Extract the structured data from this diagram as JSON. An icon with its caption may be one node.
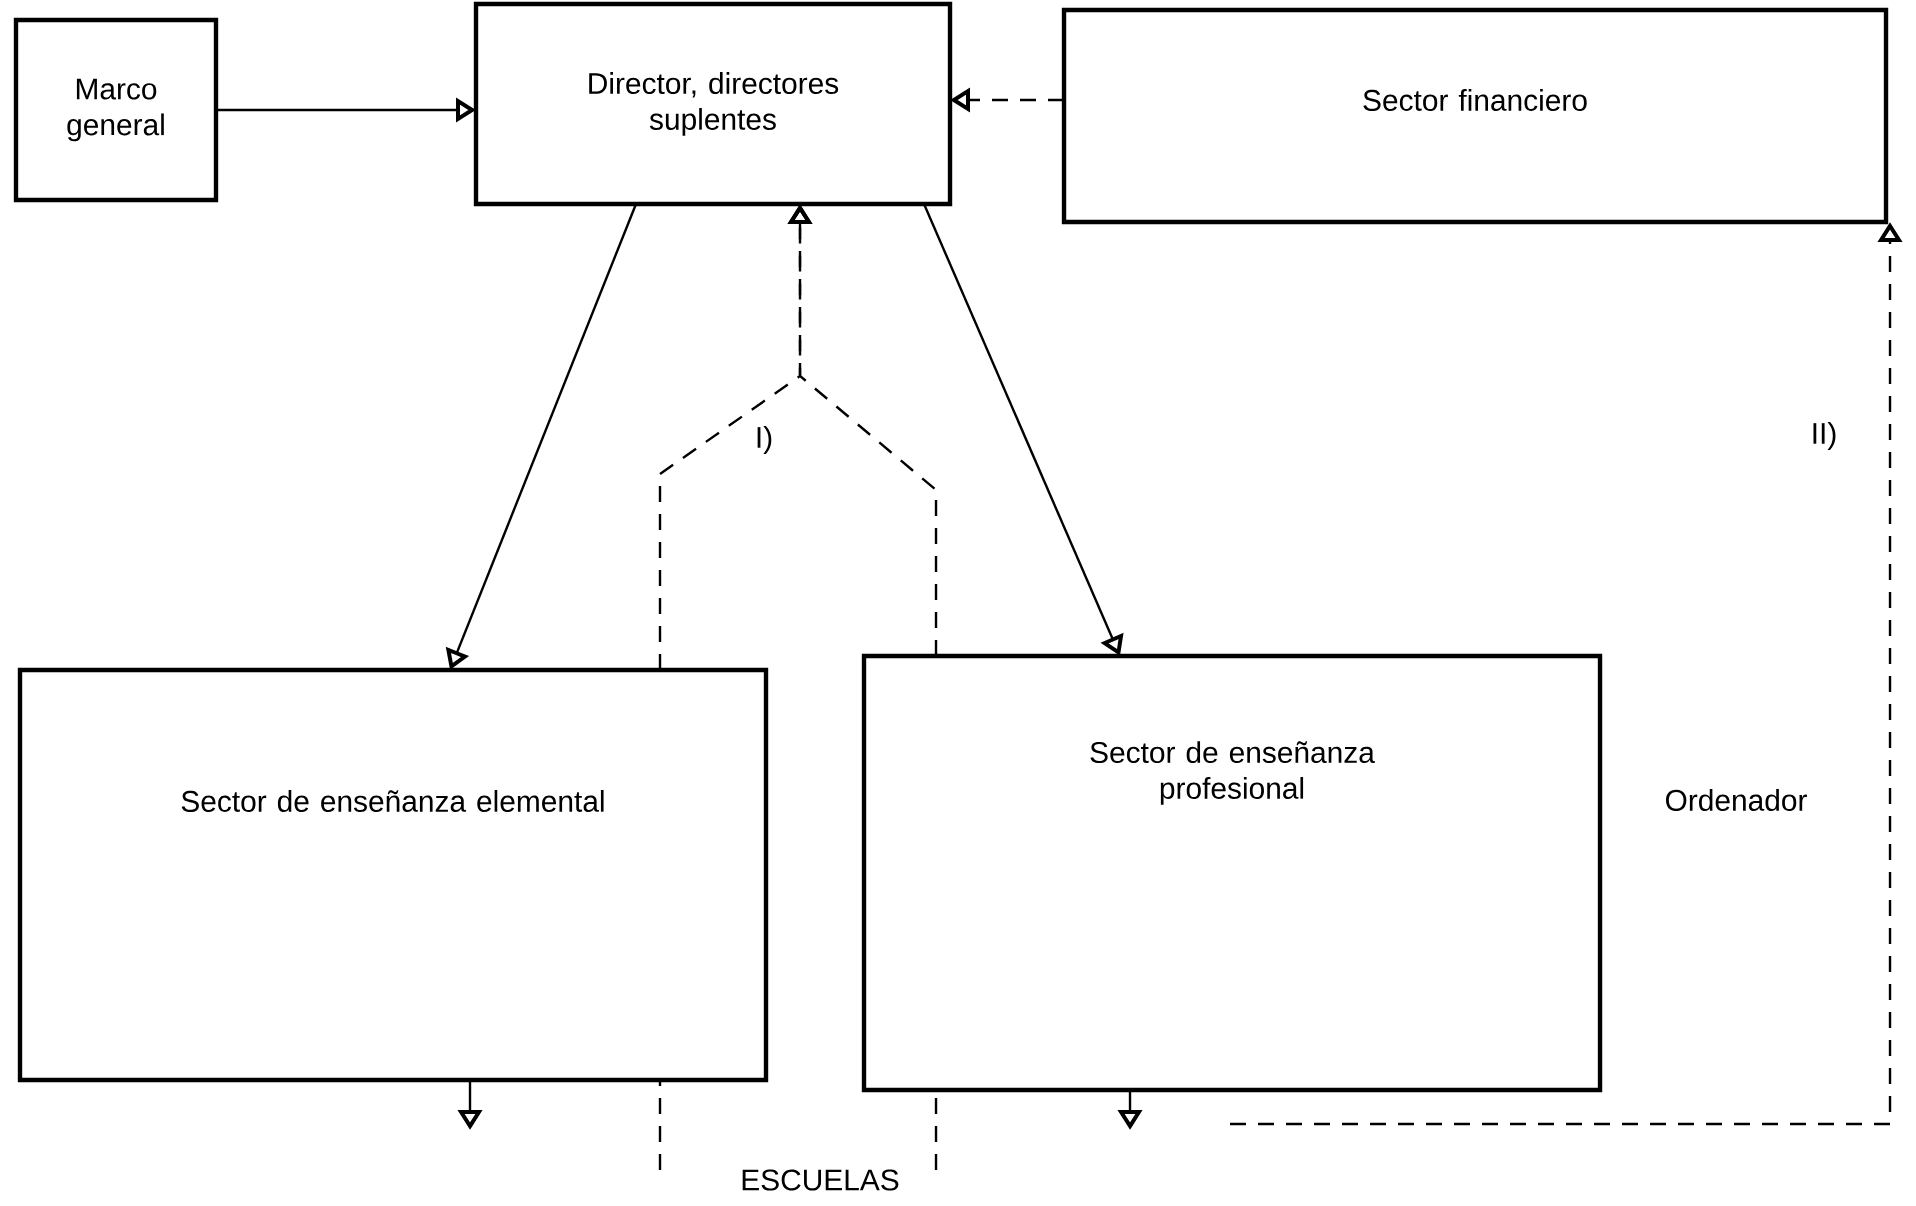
{
  "diagram": {
    "nodes": [
      {
        "text": [
          "Marco general"
        ]
      },
      {
        "text": [
          "Director, directores suplentes"
        ]
      },
      {
        "text": [
          "Sector financiero"
        ]
      },
      {
        "text": [
          "Sector de enseñanza elemental"
        ]
      },
      {
        "text": [
          "Sector de enseñanza profesional"
        ]
      }
    ],
    "edges": [
      {
        "from": 0,
        "to": 1,
        "arrow": "to"
      },
      {
        "from": 2,
        "to": 1,
        "arrow": "to",
        "style": "dashed"
      },
      {
        "from": 1,
        "to": 3,
        "arrow": "to"
      },
      {
        "from": 1,
        "to": 4,
        "arrow": "to"
      },
      {
        "from": 3,
        "to": null,
        "arrow": "to"
      },
      {
        "from": 4,
        "to": null,
        "arrow": "to"
      },
      {
        "from": null,
        "to": 3,
        "arrow": "none",
        "style": "dashed"
      },
      {
        "from": 3,
        "to": 1,
        "arrow": "to",
        "style": "dashed"
      },
      {
        "from": null,
        "to": 4,
        "arrow": "none",
        "style": "dashed"
      },
      {
        "from": 4,
        "to": 1,
        "arrow": "to",
        "style": "dashed"
      },
      {
        "from": null,
        "to": 2,
        "arrow": "to",
        "style": "dashed"
      }
    ],
    "labels": [
      "I)",
      "II)",
      "Ordenador",
      "ESCUELAS"
    ]
  }
}
